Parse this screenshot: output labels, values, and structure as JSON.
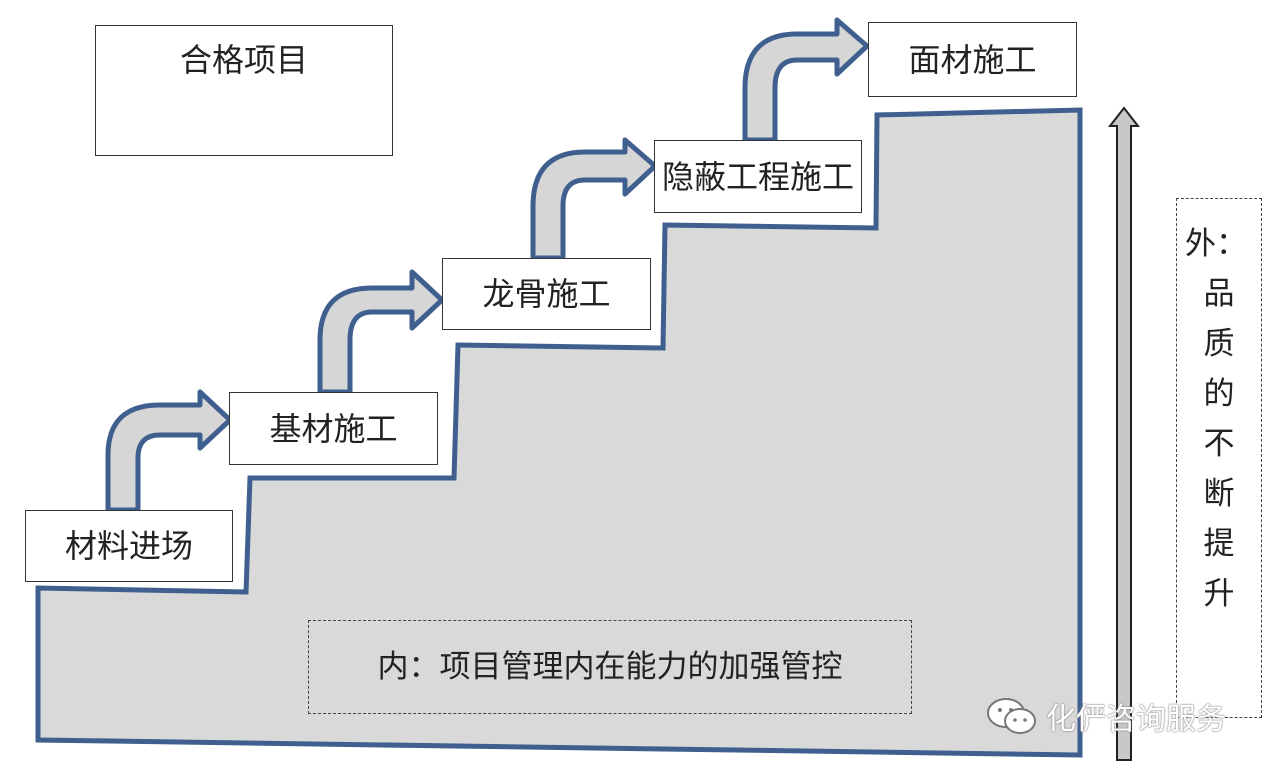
{
  "boxes": {
    "qualified": "合格项目",
    "material_entry": "材料进场",
    "base_construction": "基材施工",
    "keel_construction": "龙骨施工",
    "concealed_construction": "隐蔽工程施工",
    "surface_construction": "面材施工"
  },
  "inner_label": "内：项目管理内在能力的加强管控",
  "outer_label": {
    "prefix": "外：",
    "chars": [
      "品",
      "质",
      "的",
      "不",
      "断",
      "提",
      "升"
    ]
  },
  "watermark": "化俨咨询服务",
  "colors": {
    "staircase_fill": "#d9d9d9",
    "staircase_stroke": "#3f5f8f",
    "arrow_fill": "#d6d6d6",
    "arrow_stroke": "#3f5f8f",
    "up_arrow_fill": "#c8c8c8",
    "up_arrow_stroke": "#222222"
  }
}
